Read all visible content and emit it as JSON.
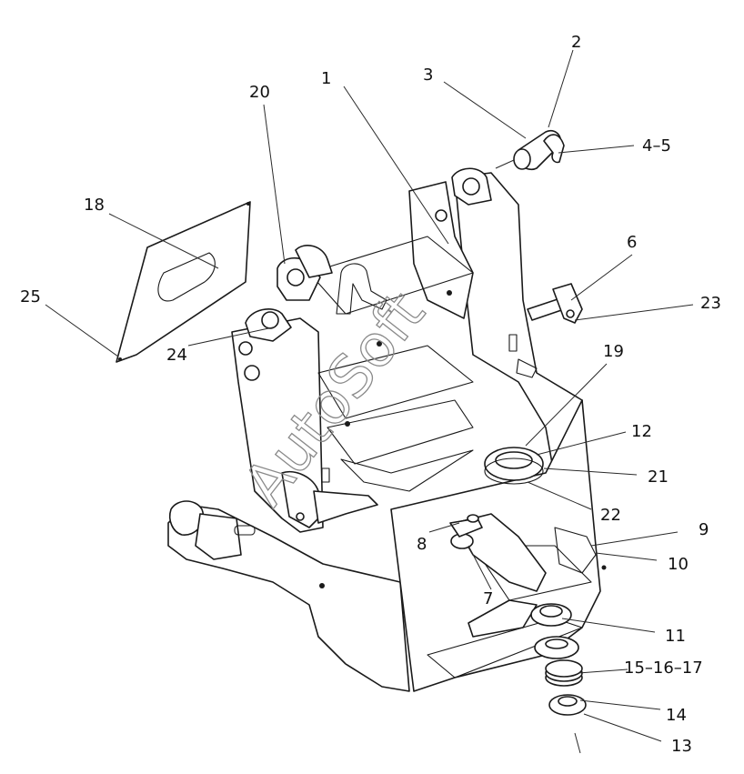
{
  "watermark": "AutoSoft",
  "callouts": [
    {
      "id": "1",
      "label": "1"
    },
    {
      "id": "2",
      "label": "2"
    },
    {
      "id": "3",
      "label": "3"
    },
    {
      "id": "4-5",
      "label": "4–5"
    },
    {
      "id": "6",
      "label": "6"
    },
    {
      "id": "7",
      "label": "7"
    },
    {
      "id": "8",
      "label": "8"
    },
    {
      "id": "9",
      "label": "9"
    },
    {
      "id": "10",
      "label": "10"
    },
    {
      "id": "11",
      "label": "11"
    },
    {
      "id": "12",
      "label": "12"
    },
    {
      "id": "13",
      "label": "13"
    },
    {
      "id": "14",
      "label": "14"
    },
    {
      "id": "15-16-17",
      "label": "15–16–17"
    },
    {
      "id": "18",
      "label": "18"
    },
    {
      "id": "19",
      "label": "19"
    },
    {
      "id": "20",
      "label": "20"
    },
    {
      "id": "21",
      "label": "21"
    },
    {
      "id": "22",
      "label": "22"
    },
    {
      "id": "23",
      "label": "23"
    },
    {
      "id": "24",
      "label": "24"
    },
    {
      "id": "25",
      "label": "25"
    }
  ],
  "colors": {
    "line": "#1a1a1a",
    "background": "#ffffff",
    "watermark": "#8a8a8a"
  }
}
